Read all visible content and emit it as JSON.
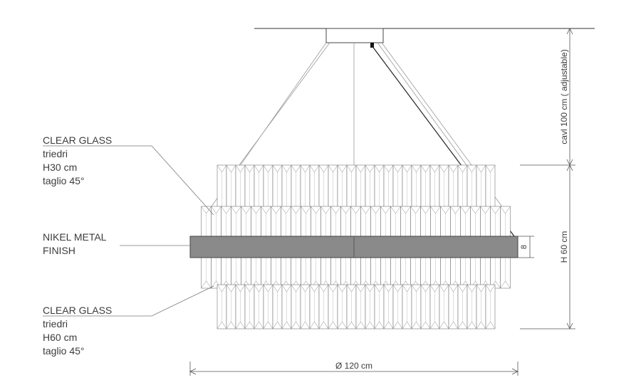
{
  "labels": {
    "top_glass": [
      "CLEAR GLASS",
      "triedri",
      "H30 cm",
      "taglio 45°"
    ],
    "metal": [
      "NIKEL METAL",
      "FINISH"
    ],
    "bottom_glass": [
      "CLEAR GLASS",
      "triedri",
      "H60 cm",
      "taglio 45°"
    ]
  },
  "dimensions": {
    "cable": "cavl 100 cm ( adjustable)",
    "height": "H 60 cm",
    "ring": "8",
    "diameter": "Ø 120 cm"
  },
  "colors": {
    "line": "#555555",
    "text": "#3c3c3c",
    "metal_band": "#8a8a8a"
  }
}
